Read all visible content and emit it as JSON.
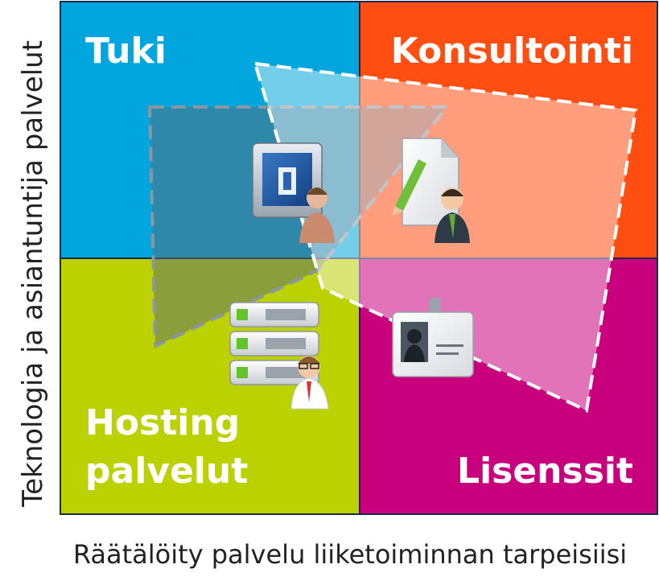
{
  "quadrants": {
    "top_left": {
      "label": "Tuki",
      "color": "#00A6DD"
    },
    "top_right": {
      "label": "Konsultointi",
      "color": "#FF4E12"
    },
    "bottom_left": {
      "label_line1": "Hosting",
      "label_line2": "palvelut",
      "color": "#BBD200"
    },
    "bottom_right": {
      "label": "Lisenssit",
      "color": "#C8007E"
    }
  },
  "axes": {
    "x_label": "Räätälöity palvelu liiketoiminnan tarpeisiisi",
    "y_label": "Teknologia ja asiantuntija palvelut"
  },
  "icons": {
    "support": "support-monitor-icon",
    "consulting": "consultant-document-icon",
    "hosting": "server-rack-icon",
    "license": "id-badge-icon"
  }
}
